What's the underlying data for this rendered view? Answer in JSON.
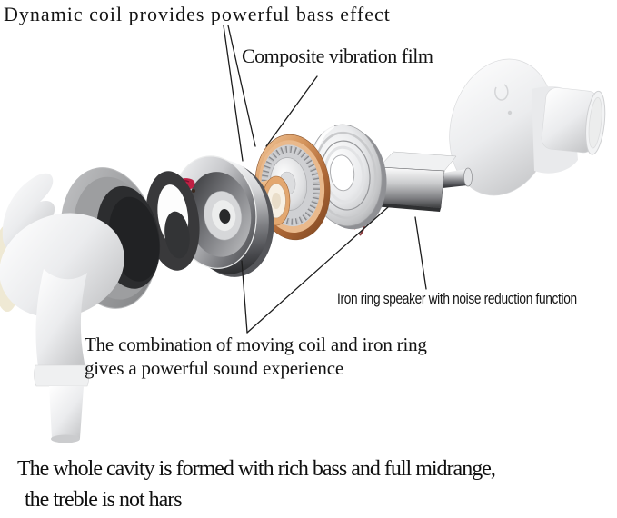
{
  "figure": {
    "annotations": {
      "dynamic_coil": "Dynamic coil provides powerful bass effect",
      "composite_film": "Composite vibration film",
      "iron_ring_speaker": "Iron ring speaker with noise reduction function",
      "combination_line1": "The combination of moving coil and iron ring",
      "combination_line2": "gives a powerful sound experience"
    },
    "caption": {
      "line1": "The whole cavity is formed with rich bass and full midrange,",
      "line2": "the treble is not hars"
    },
    "illustration_parts": [
      "earbud-rear-housing",
      "earbud-cable",
      "rubber-gasket-ring",
      "driver-magnet-cup",
      "voice-coil",
      "composite-vibration-film",
      "metal-tuning-disc",
      "iron-ring-speaker-unit",
      "front-housing-nozzle"
    ],
    "colors": {
      "background": "#ffffff",
      "text": "#141414",
      "copper": "#c9854f",
      "chrome": "#9b9ca0",
      "housing_white": "#eceded",
      "gasket_dark": "#39393b",
      "wire_red": "#c02044"
    }
  }
}
